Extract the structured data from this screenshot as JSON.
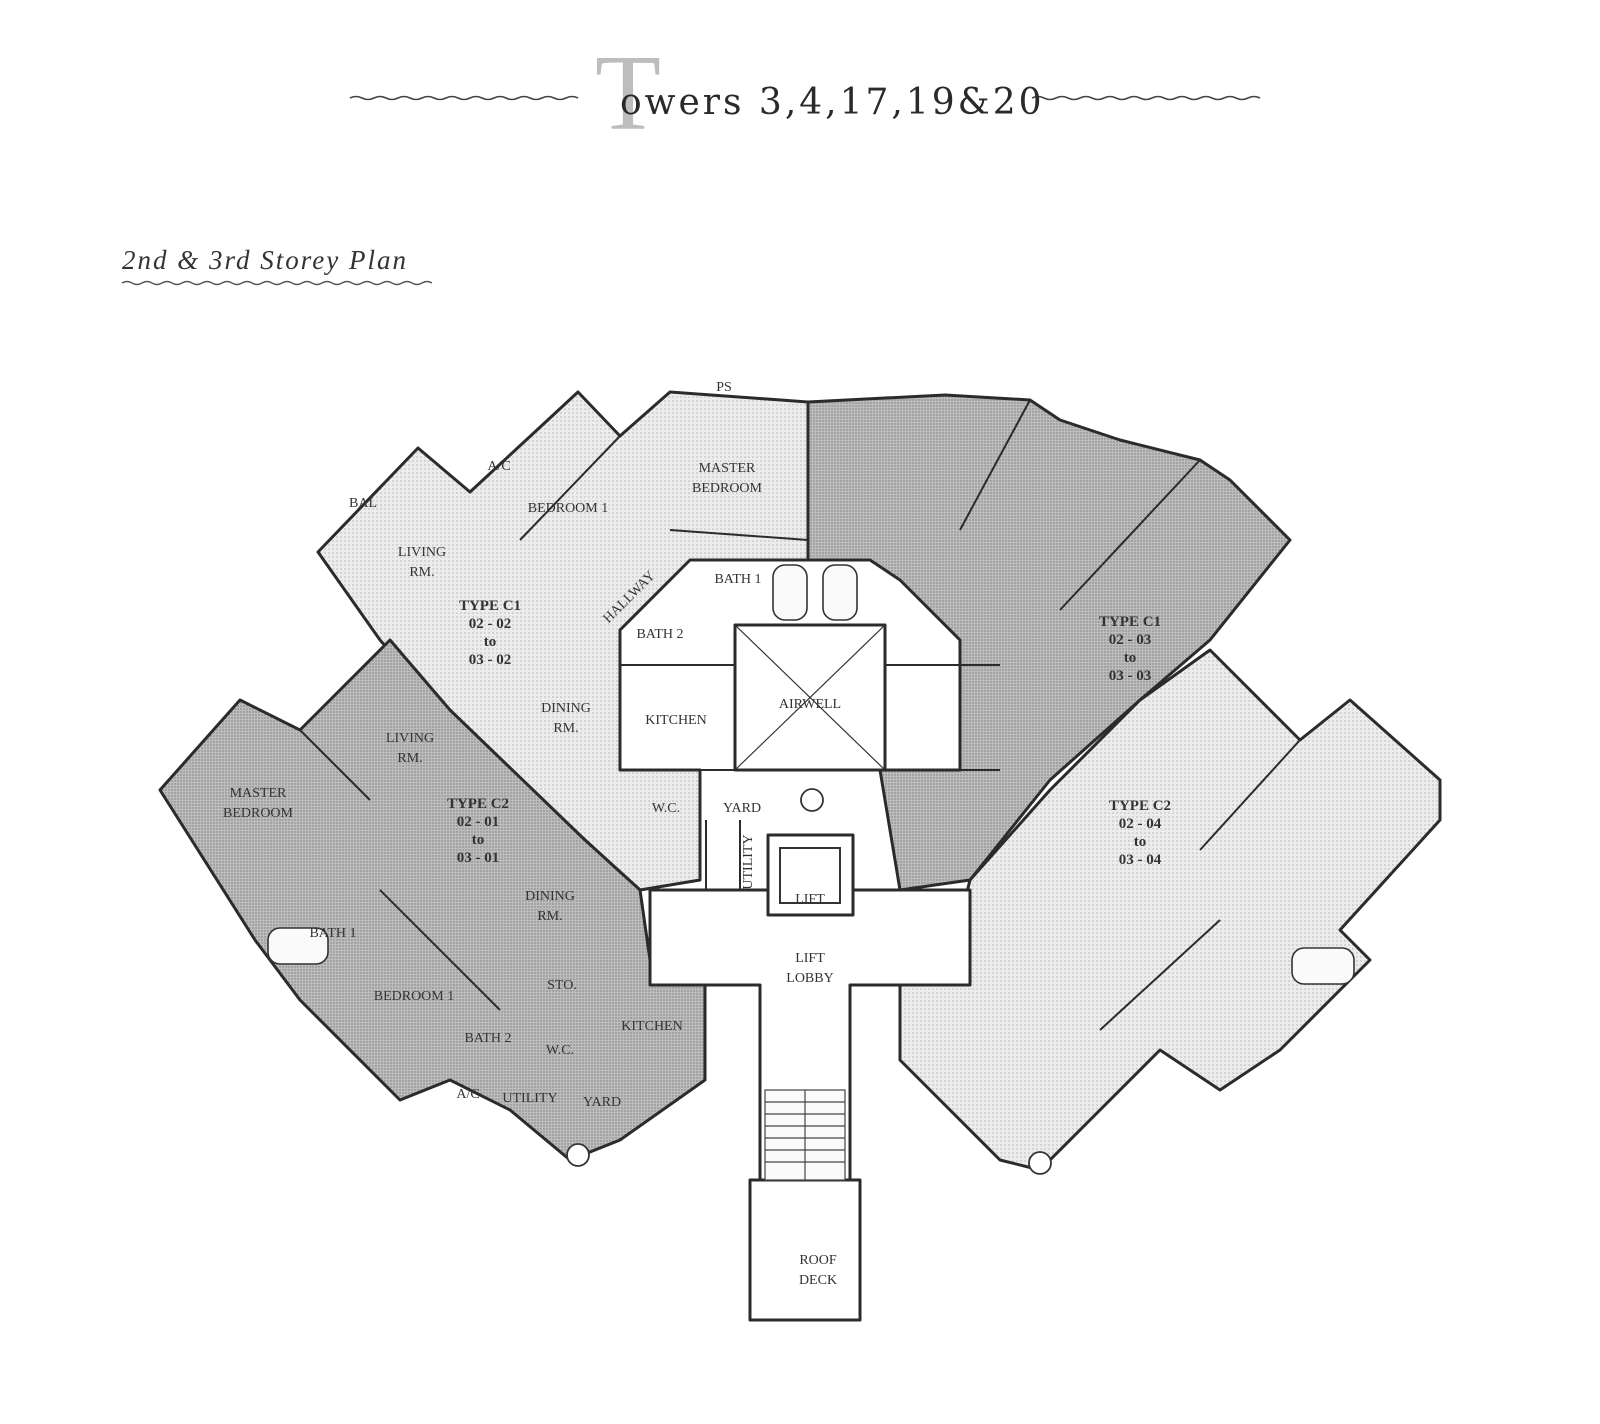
{
  "header": {
    "title_initial": "T",
    "title_rest": "owers 3,4,17,19&20",
    "subtitle": "2nd & 3rd Storey Plan"
  },
  "colors": {
    "wall": "#2b2b2b",
    "unit_light": "#ececec",
    "unit_dark": "#b8b8b8",
    "unit_mid": "#d2d2d2",
    "core": "#ffffff",
    "title_initial": "#bdbdbd"
  },
  "units": [
    {
      "type": "TYPE C1",
      "from": "02 - 02",
      "to_word": "to",
      "to": "03 - 02"
    },
    {
      "type": "TYPE C1",
      "from": "02 - 03",
      "to_word": "to",
      "to": "03 - 03"
    },
    {
      "type": "TYPE C2",
      "from": "02 - 01",
      "to_word": "to",
      "to": "03 - 01"
    },
    {
      "type": "TYPE C2",
      "from": "02 - 04",
      "to_word": "to",
      "to": "03 - 04"
    }
  ],
  "rooms": {
    "master_bedroom_top": [
      "MASTER",
      "BEDROOM"
    ],
    "master_bedroom_left": [
      "MASTER",
      "BEDROOM"
    ],
    "bedroom1_top": "BEDROOM 1",
    "bedroom1_left": "BEDROOM 1",
    "living_c1": [
      "LIVING",
      "RM."
    ],
    "living_c2": [
      "LIVING",
      "RM."
    ],
    "dining_c1": [
      "DINING",
      "RM."
    ],
    "dining_c2": [
      "DINING",
      "RM."
    ],
    "kitchen_c1": "KITCHEN",
    "kitchen_c2": "KITCHEN",
    "airwell": "AIRWELL",
    "lift": "LIFT",
    "lift_lobby": [
      "LIFT",
      "LOBBY"
    ],
    "roof_deck": [
      "ROOF",
      "DECK"
    ],
    "yard_c1": "YARD",
    "yard_c2": "YARD",
    "utility_c1": "UTILITY",
    "utility_c2": "UTILITY",
    "wc_c1": "W.C.",
    "wc_c2": "W.C.",
    "bath1_c1": "BATH 1",
    "bath1_c2": "BATH 1",
    "bath2_c1": "BATH 2",
    "bath2_c2": "BATH 2",
    "hallway": "HALLWAY",
    "ac_top": "A/C",
    "ac_bottom": "A/C",
    "bal": "BAL",
    "sto": "STO.",
    "ps": "PS"
  }
}
